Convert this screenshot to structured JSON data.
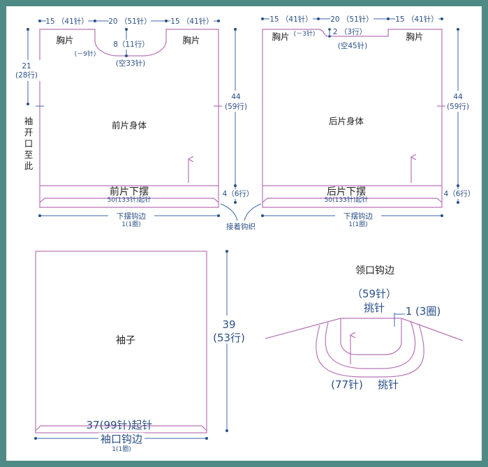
{
  "front": {
    "title": "前片身体",
    "chest_left": "胸片",
    "chest_right": "胸片",
    "top_left": "15 （41针）",
    "top_mid": "20 （51针）",
    "top_right": "15 （41针）",
    "neck_depth": "8（11行）",
    "neck_dec": "(－9针)",
    "neck_bottom": "(空33针)",
    "left_h": "21",
    "left_h_rows": "(28行)",
    "sleeve_note": [
      "袖",
      "开",
      "口",
      "至",
      "此"
    ],
    "right_h": "44",
    "right_h_rows": "(59行)",
    "hem_label": "前片下摆",
    "hem_cast": "50(133针)起针",
    "hem_h": "4（6行）",
    "edge_label": "下摆钩边",
    "edge_rounds": "1(1圈)"
  },
  "back": {
    "title": "后片身体",
    "chest_left": "胸片",
    "chest_right": "胸片",
    "top_left": "15 （41针）",
    "top_mid": "20 （51针）",
    "top_right": "15 （41针）",
    "neck_dec": "(－3针)",
    "neck_depth": "2 （3行）",
    "neck_bottom": "(空45针)",
    "right_h": "44",
    "right_h_rows": "(59行)",
    "hem_label": "后片下摆",
    "hem_cast": "50(133针)起针",
    "hem_h": "4（6行）",
    "edge_label": "下摆钩边",
    "edge_rounds": "1(1圈)"
  },
  "join_note": "接着钩织",
  "sleeve": {
    "title": "袖子",
    "height": "39",
    "height_rows": "(53行)",
    "cast": "37(99针)起针",
    "edge_label": "袖口钩边",
    "edge_rounds": "1(1圈)"
  },
  "neckband": {
    "title": "领口钩边",
    "back_count": "（59针）",
    "back_pick": "挑针",
    "rounds": "1 (3圈)",
    "front_count": "(77针)",
    "front_pick": "挑针"
  },
  "colors": {
    "frame": "#4f8a86",
    "outline": "#b673b6",
    "dimension": "#2a4f86"
  }
}
